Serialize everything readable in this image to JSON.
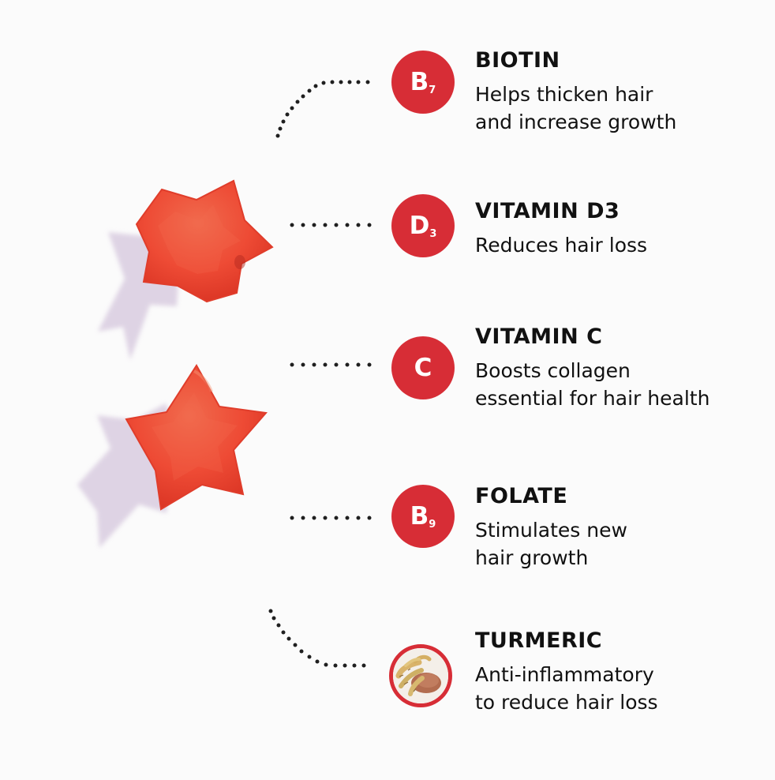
{
  "colors": {
    "accent": "#d72d36",
    "star": "#ef4a37",
    "shadow": "#dccfe0",
    "text": "#111111"
  },
  "items": [
    {
      "badge_main": "B",
      "badge_sub": "7",
      "title": "BIOTIN",
      "description": "Helps thicken hair\nand increase growth"
    },
    {
      "badge_main": "D",
      "badge_sub": "3",
      "title": "VITAMIN D3",
      "description": "Reduces hair loss"
    },
    {
      "badge_main": "C",
      "badge_sub": "",
      "title": "VITAMIN C",
      "description": "Boosts collagen\nessential for hair health"
    },
    {
      "badge_main": "B",
      "badge_sub": "9",
      "title": "FOLATE",
      "description": "Stimulates new\nhair growth"
    },
    {
      "badge_main": "",
      "badge_sub": "",
      "title": "TURMERIC",
      "description": "Anti-inflammatory\nto reduce hair loss",
      "icon": "turmeric-icon"
    }
  ]
}
